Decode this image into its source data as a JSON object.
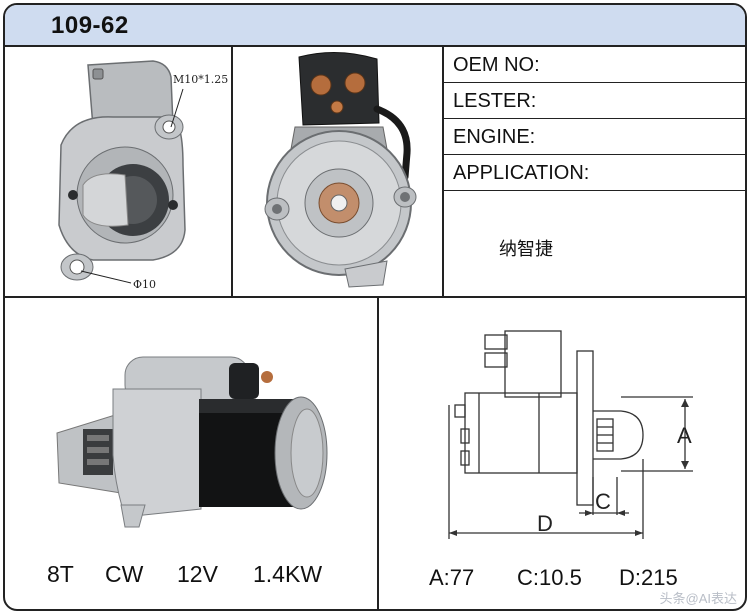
{
  "header": {
    "model": "109-62"
  },
  "info": {
    "oem_label": "OEM NO:",
    "lester_label": "LESTER:",
    "engine_label": "ENGINE:",
    "application_label": "APPLICATION:",
    "application_value": "纳智捷"
  },
  "photo_annotations": {
    "bolt_thread": "M10*1.25",
    "hole_diameter": "Φ10"
  },
  "specs": {
    "teeth": "8T",
    "rotation": "CW",
    "voltage": "12V",
    "power": "1.4KW"
  },
  "drawing": {
    "labels": {
      "a": "A",
      "c": "C",
      "d": "D"
    },
    "values": {
      "a": "A:77",
      "c": "C:10.5",
      "d": "D:215"
    }
  },
  "watermark": "头条@AI表达"
}
